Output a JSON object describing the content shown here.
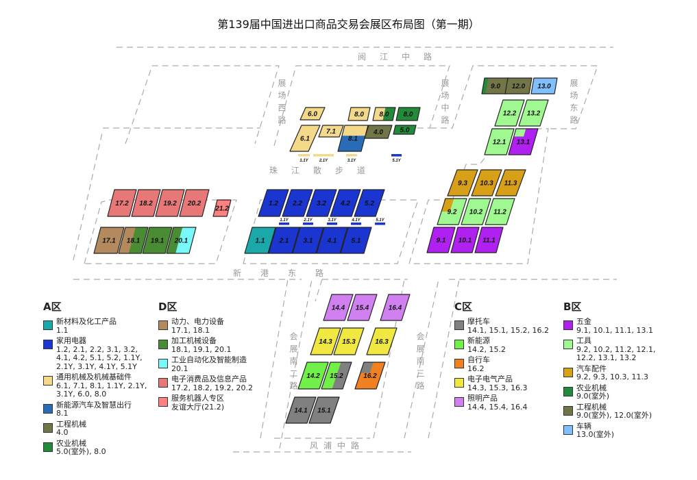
{
  "title": "第139届中国进出口商品交易会展区布局图（第一期）",
  "roads": {
    "top": "阅江中路",
    "west": "展场西路",
    "middle": "展场中路",
    "east": "展场东路",
    "promenade": "珠江散步道",
    "xingang": "新港东路",
    "south2": "会展南二路",
    "south3": "会展南三路",
    "bottom": "风浦中路"
  },
  "colors": {
    "teal": "#1aa8a8",
    "blue": "#1a35d0",
    "sand": "#f5d98a",
    "steel": "#2b6cb8",
    "olive": "#727548",
    "green": "#228b3a",
    "brown": "#b38a5e",
    "darkgreen": "#4a8c34",
    "cyan": "#78f8f8",
    "pink": "#e87878",
    "salmon": "#ff8080",
    "gray": "#808080",
    "lime": "#70f048",
    "orange": "#f08020",
    "yellow": "#f0e840",
    "lilac": "#d080f0",
    "purple": "#b020f0",
    "mint": "#a0f890",
    "gold": "#d8a018",
    "sky": "#80c0ff"
  },
  "halls": [
    {
      "label": "6.0",
      "colors": [
        "sand"
      ]
    },
    {
      "label": "8.0",
      "colors": [
        "sand"
      ]
    },
    {
      "label": "8.0",
      "colors": [
        "sand",
        "green"
      ]
    },
    {
      "label": "8.0",
      "colors": [
        "green"
      ]
    },
    {
      "label": "6.1",
      "colors": [
        "sand"
      ]
    },
    {
      "label": "7.1",
      "colors": [
        "sand"
      ]
    },
    {
      "label": "8.1",
      "colors": [
        "sand",
        "steel"
      ]
    },
    {
      "label": "4.0",
      "colors": [
        "olive"
      ]
    },
    {
      "label": "5.0",
      "colors": [
        "green"
      ]
    },
    {
      "label": "17.2",
      "colors": [
        "pink"
      ]
    },
    {
      "label": "18.2",
      "colors": [
        "pink"
      ]
    },
    {
      "label": "19.2",
      "colors": [
        "pink"
      ]
    },
    {
      "label": "20.2",
      "colors": [
        "pink"
      ]
    },
    {
      "label": "21.2",
      "colors": [
        "salmon"
      ]
    },
    {
      "label": "17.1",
      "colors": [
        "brown"
      ]
    },
    {
      "label": "18.1",
      "colors": [
        "brown",
        "darkgreen"
      ]
    },
    {
      "label": "19.1",
      "colors": [
        "darkgreen"
      ]
    },
    {
      "label": "20.1",
      "colors": [
        "darkgreen",
        "cyan"
      ]
    },
    {
      "label": "1.2",
      "colors": [
        "blue"
      ]
    },
    {
      "label": "2.2",
      "colors": [
        "blue"
      ]
    },
    {
      "label": "3.2",
      "colors": [
        "blue"
      ]
    },
    {
      "label": "4.2",
      "colors": [
        "blue"
      ]
    },
    {
      "label": "5.2",
      "colors": [
        "blue"
      ]
    },
    {
      "label": "1.1",
      "colors": [
        "teal"
      ]
    },
    {
      "label": "2.1",
      "colors": [
        "blue"
      ]
    },
    {
      "label": "3.1",
      "colors": [
        "blue"
      ]
    },
    {
      "label": "4.1",
      "colors": [
        "blue"
      ]
    },
    {
      "label": "5.1",
      "colors": [
        "blue"
      ]
    },
    {
      "label": "9.0",
      "colors": [
        "green",
        "olive"
      ]
    },
    {
      "label": "12.0",
      "colors": [
        "olive"
      ]
    },
    {
      "label": "13.0",
      "colors": [
        "sky"
      ]
    },
    {
      "label": "12.2",
      "colors": [
        "mint"
      ]
    },
    {
      "label": "13.2",
      "colors": [
        "mint"
      ]
    },
    {
      "label": "12.1",
      "colors": [
        "mint"
      ]
    },
    {
      "label": "13.1",
      "colors": [
        "mint",
        "purple"
      ]
    },
    {
      "label": "9.3",
      "colors": [
        "gold"
      ]
    },
    {
      "label": "10.3",
      "colors": [
        "gold"
      ]
    },
    {
      "label": "11.3",
      "colors": [
        "gold"
      ]
    },
    {
      "label": "9.2",
      "colors": [
        "gold",
        "mint"
      ]
    },
    {
      "label": "10.2",
      "colors": [
        "mint"
      ]
    },
    {
      "label": "11.2",
      "colors": [
        "mint"
      ]
    },
    {
      "label": "9.1",
      "colors": [
        "purple"
      ]
    },
    {
      "label": "10.1",
      "colors": [
        "purple"
      ]
    },
    {
      "label": "11.1",
      "colors": [
        "purple"
      ]
    },
    {
      "label": "14.4",
      "colors": [
        "lilac"
      ]
    },
    {
      "label": "15.4",
      "colors": [
        "lilac"
      ]
    },
    {
      "label": "16.4",
      "colors": [
        "lilac"
      ]
    },
    {
      "label": "14.3",
      "colors": [
        "yellow"
      ]
    },
    {
      "label": "15.3",
      "colors": [
        "yellow"
      ]
    },
    {
      "label": "16.3",
      "colors": [
        "yellow"
      ]
    },
    {
      "label": "14.2",
      "colors": [
        "lime"
      ]
    },
    {
      "label": "15.2",
      "colors": [
        "lime",
        "gray"
      ]
    },
    {
      "label": "16.2",
      "colors": [
        "gray",
        "orange"
      ]
    },
    {
      "label": "14.1",
      "colors": [
        "gray"
      ]
    },
    {
      "label": "15.1",
      "colors": [
        "gray"
      ]
    }
  ],
  "strips": [
    {
      "label": "1.1Y",
      "color": "sand"
    },
    {
      "label": "2.1Y",
      "color": "sand"
    },
    {
      "label": "3.1Y",
      "color": "sand"
    },
    {
      "label": "5.1Y",
      "color": "blue"
    },
    {
      "label": "1.1Y",
      "color": "blue"
    },
    {
      "label": "2.1Y",
      "color": "blue"
    },
    {
      "label": "3.1Y",
      "color": "blue"
    },
    {
      "label": "4.1Y",
      "color": "blue"
    },
    {
      "label": "5.1Y",
      "color": "blue"
    }
  ],
  "legends": [
    {
      "title": "A区",
      "items": [
        {
          "name": "新材料及化工产品",
          "halls": "1.1",
          "color": "teal"
        },
        {
          "name": "家用电器",
          "halls": "1.2, 2.1, 2.2, 3.1, 3.2, 4.1, 4.2, 5.1, 5.2, 1.1Y, 2.1Y, 3.1Y, 4.1Y, 5.1Y",
          "color": "blue"
        },
        {
          "name": "通用机械及机械基础件",
          "halls": "6.1, 7.1, 8.1, 1.1Y, 2.1Y, 3.1Y, 6.0, 8.0",
          "color": "sand"
        },
        {
          "name": "新能源汽车及智慧出行",
          "halls": "8.1",
          "color": "steel"
        },
        {
          "name": "工程机械",
          "halls": "4.0",
          "color": "olive"
        },
        {
          "name": "农业机械",
          "halls": "5.0(室外), 8.0",
          "color": "green"
        }
      ]
    },
    {
      "title": "D区",
      "items": [
        {
          "name": "动力、电力设备",
          "halls": "17.1, 18.1",
          "color": "brown"
        },
        {
          "name": "加工机械设备",
          "halls": "18.1, 19.1, 20.1",
          "color": "darkgreen"
        },
        {
          "name": "工业自动化及智能制造",
          "halls": "20.1",
          "color": "cyan"
        },
        {
          "name": "电子消费品及信息产品",
          "halls": "17.2, 18.2, 19.2, 20.2",
          "color": "pink"
        },
        {
          "name": "服务机器人专区",
          "halls": "友谊大厅(21.2)",
          "color": "salmon"
        }
      ]
    },
    {
      "title": "C区",
      "items": [
        {
          "name": "摩托车",
          "halls": "14.1, 15.1, 15.2, 16.2",
          "color": "gray"
        },
        {
          "name": "新能源",
          "halls": "14.2, 15.2",
          "color": "lime"
        },
        {
          "name": "自行车",
          "halls": "16.2",
          "color": "orange"
        },
        {
          "name": "电子电气产品",
          "halls": "14.3, 15.3, 16.3",
          "color": "yellow"
        },
        {
          "name": "照明产品",
          "halls": "14.4, 15.4, 16.4",
          "color": "lilac"
        }
      ]
    },
    {
      "title": "B区",
      "items": [
        {
          "name": "五金",
          "halls": "9.1, 10.1, 11.1, 13.1",
          "color": "purple"
        },
        {
          "name": "工具",
          "halls": "9.2, 10.2, 11.2, 12.1, 12.2, 13.1, 13.2",
          "color": "mint"
        },
        {
          "name": "汽车配件",
          "halls": "9.2, 9.3, 10.3, 11.3",
          "color": "gold"
        },
        {
          "name": "农业机械",
          "halls": "9.0(室外)",
          "color": "green"
        },
        {
          "name": "工程机械",
          "halls": "9.0(室外), 12.0(室外)",
          "color": "olive"
        },
        {
          "name": "车辆",
          "halls": "13.0(室外)",
          "color": "sky"
        }
      ]
    }
  ]
}
